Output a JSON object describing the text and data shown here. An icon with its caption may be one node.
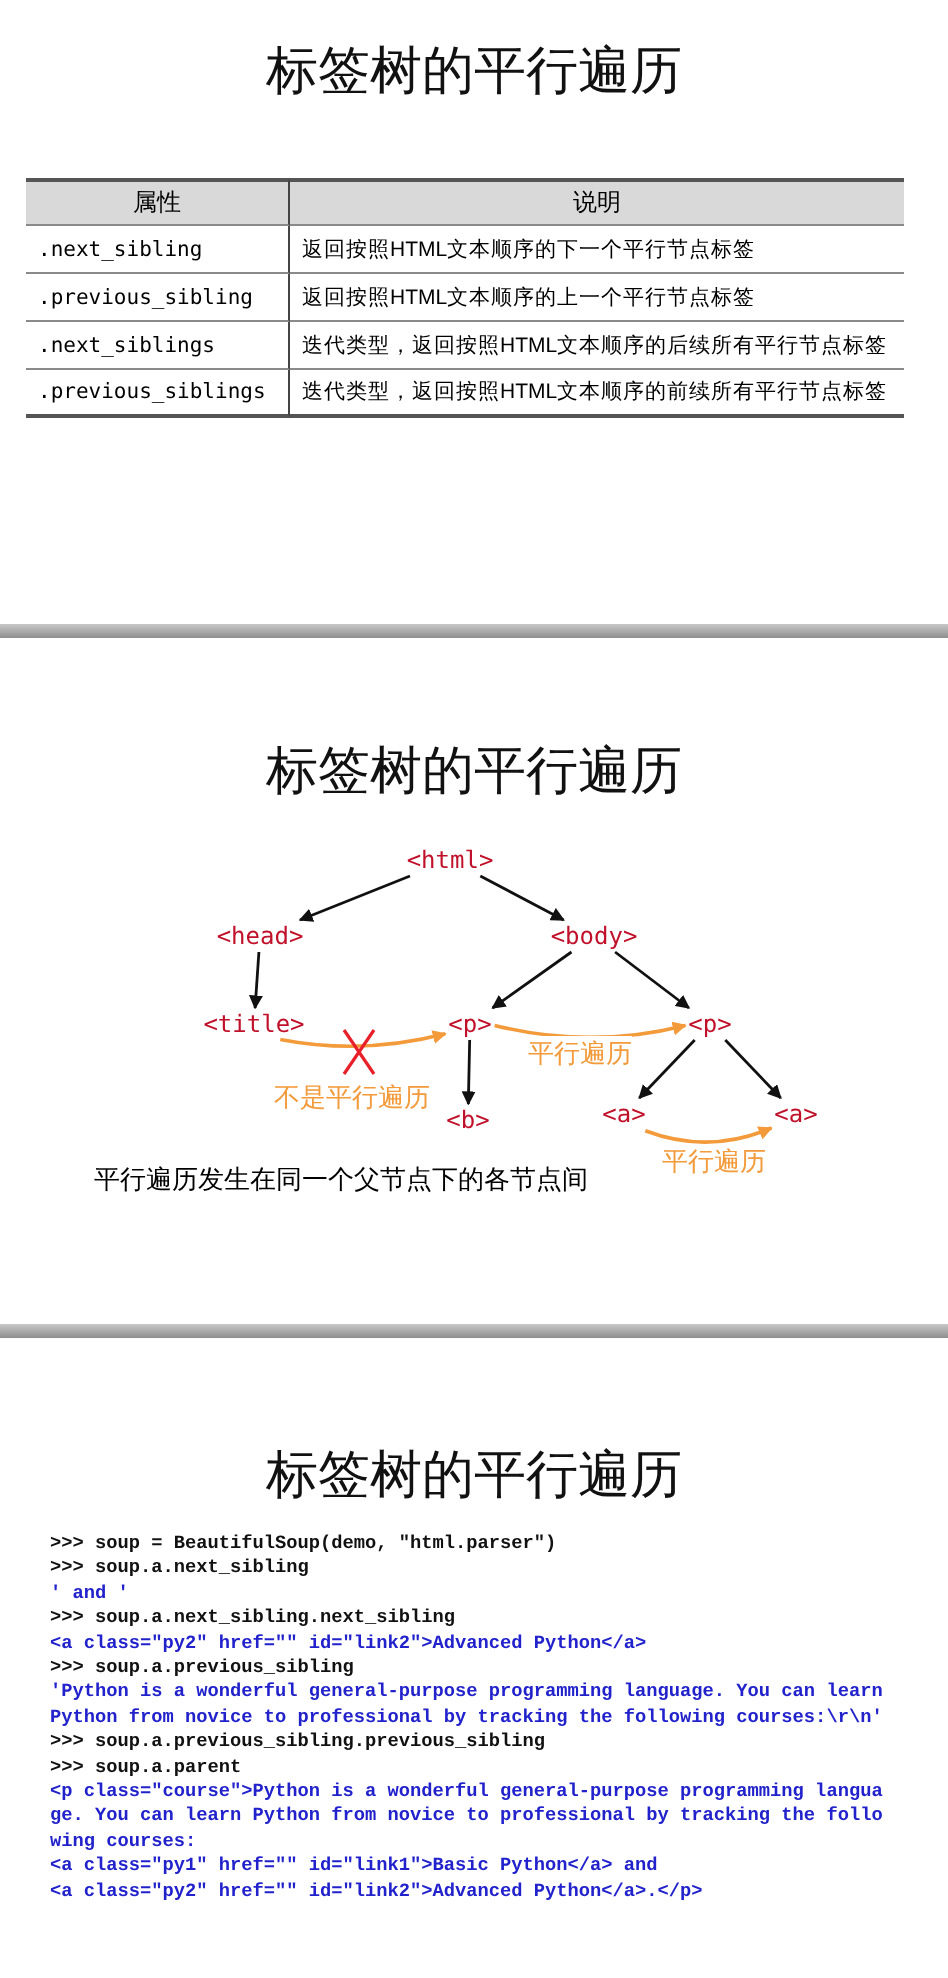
{
  "diagram": {
    "title": "标签树的平行遍历",
    "nodes": [
      {
        "text": [
          "<html>"
        ]
      },
      {
        "text": [
          "<head>"
        ]
      },
      {
        "text": [
          "<body>"
        ]
      },
      {
        "text": [
          "<title>"
        ]
      },
      {
        "text": [
          "<p>"
        ]
      },
      {
        "text": [
          "<p>"
        ]
      },
      {
        "text": [
          "<b>"
        ]
      },
      {
        "text": [
          "<a>"
        ]
      },
      {
        "text": [
          "<a>"
        ]
      }
    ],
    "edges": [
      {
        "from": 0,
        "to": 1,
        "arrow": "to"
      },
      {
        "from": 0,
        "to": 2,
        "arrow": "to"
      },
      {
        "from": 1,
        "to": 3,
        "arrow": "to"
      },
      {
        "from": 2,
        "to": 4,
        "arrow": "to"
      },
      {
        "from": 2,
        "to": 5,
        "arrow": "to"
      },
      {
        "from": 4,
        "to": 6,
        "arrow": "to"
      },
      {
        "from": 5,
        "to": 7,
        "arrow": "to"
      },
      {
        "from": 5,
        "to": 8,
        "arrow": "to"
      },
      {
        "from": 3,
        "to": 4,
        "arrow": "to",
        "label": "不是平行遍历",
        "color": "#f39a3b"
      },
      {
        "from": 4,
        "to": 5,
        "arrow": "to",
        "label": "平行遍历",
        "color": "#f39a3b"
      },
      {
        "from": 7,
        "to": 8,
        "arrow": "to",
        "label": "平行遍历",
        "color": "#f39a3b"
      }
    ],
    "labels": [
      "属性",
      "说明",
      ".next_sibling",
      "返回按照HTML文本顺序的下一个平行节点标签",
      ".previous_sibling",
      "返回按照HTML文本顺序的上一个平行节点标签",
      ".next_siblings",
      "迭代类型，返回按照HTML文本顺序的后续所有平行节点标签",
      ".previous_siblings",
      "迭代类型，返回按照HTML文本顺序的前续所有平行节点标签",
      "标签树的平行遍历",
      "平行遍历发生在同一个父节点下的各节点间",
      "标签树的平行遍历",
      ">>> soup = BeautifulSoup(demo, \"html.parser\")",
      ">>> soup.a.next_sibling",
      "' and '",
      ">>> soup.a.next_sibling.next_sibling",
      "<a class=\"py2\" href=\"\" id=\"link2\">Advanced Python</a>",
      ">>> soup.a.previous_sibling",
      "'Python is a wonderful general-purpose programming language. You can learn",
      "Python from novice to professional by tracking the following courses:\\r\\n'",
      ">>> soup.a.previous_sibling.previous_sibling",
      ">>> soup.a.parent",
      "<p class=\"course\">Python is a wonderful general-purpose programming langua",
      "ge. You can learn Python from novice to professional by tracking the follo",
      "wing courses:",
      "<a class=\"py1\" href=\"\" id=\"link1\">Basic Python</a> and",
      "<a class=\"py2\" href=\"\" id=\"link2\">Advanced Python</a>.</p>"
    ]
  }
}
